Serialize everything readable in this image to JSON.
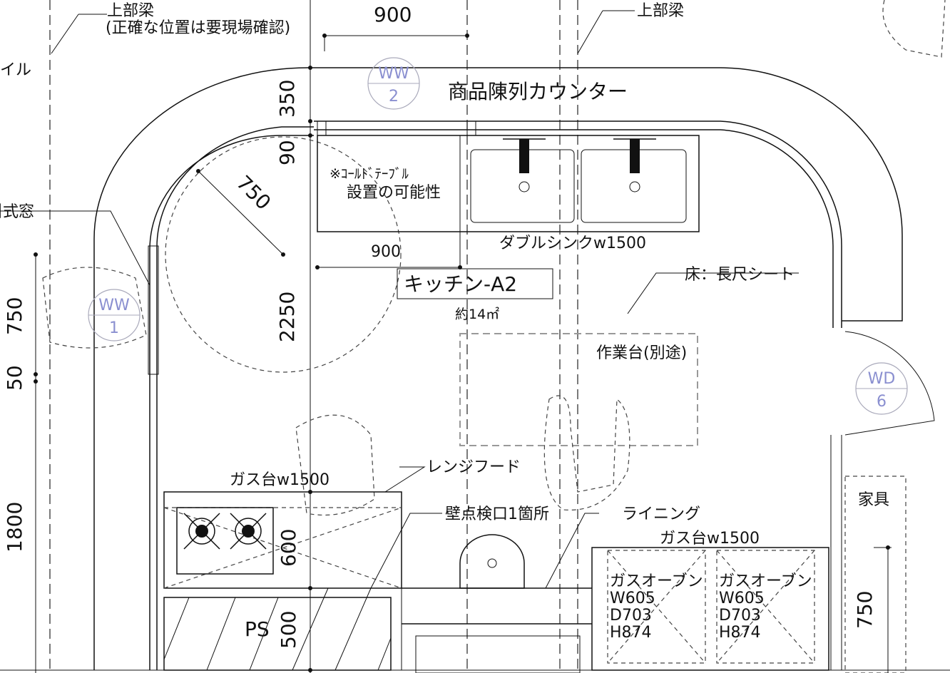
{
  "title": "キッチン-A2",
  "area": "約14㎡",
  "labels": {
    "beam_top_left": "上部梁",
    "beam_note": "(正確な位置は要現場確認)",
    "beam_top_right": "上部梁",
    "tile": "イル",
    "window": "引式窓",
    "counter": "商品陳列カウンター",
    "cold_table_1": "※ｺｰﾙﾄﾞﾃｰﾌﾞﾙ",
    "cold_table_2": "設置の可能性",
    "double_sink": "ダブルシンクw1500",
    "floor": "床：長尺シート",
    "work_table": "作業台(別途)",
    "range_hood": "レンジフード",
    "gas_left": "ガス台w1500",
    "inspection": "壁点検口1箇所",
    "lining": "ライニング",
    "gas_right": "ガス台w1500",
    "furniture": "家具",
    "ps": "PS",
    "oven1": [
      "ガスオーブン",
      "W605",
      "D703",
      "H874"
    ],
    "oven2": [
      "ガスオーブン",
      "W605",
      "D703",
      "H874"
    ]
  },
  "tags": [
    {
      "top": "WW",
      "bottom": "2"
    },
    {
      "top": "WW",
      "bottom": "1"
    },
    {
      "top": "WD",
      "bottom": "6"
    }
  ],
  "dimensions": {
    "top_900": "900",
    "d350": "350",
    "d90": "90",
    "r750": "750",
    "inner_900": "900",
    "d2250": "2250",
    "left_750": "750",
    "left_50": "50",
    "left_1800": "1800",
    "d600": "600",
    "d500": "500",
    "right_750": "750"
  }
}
